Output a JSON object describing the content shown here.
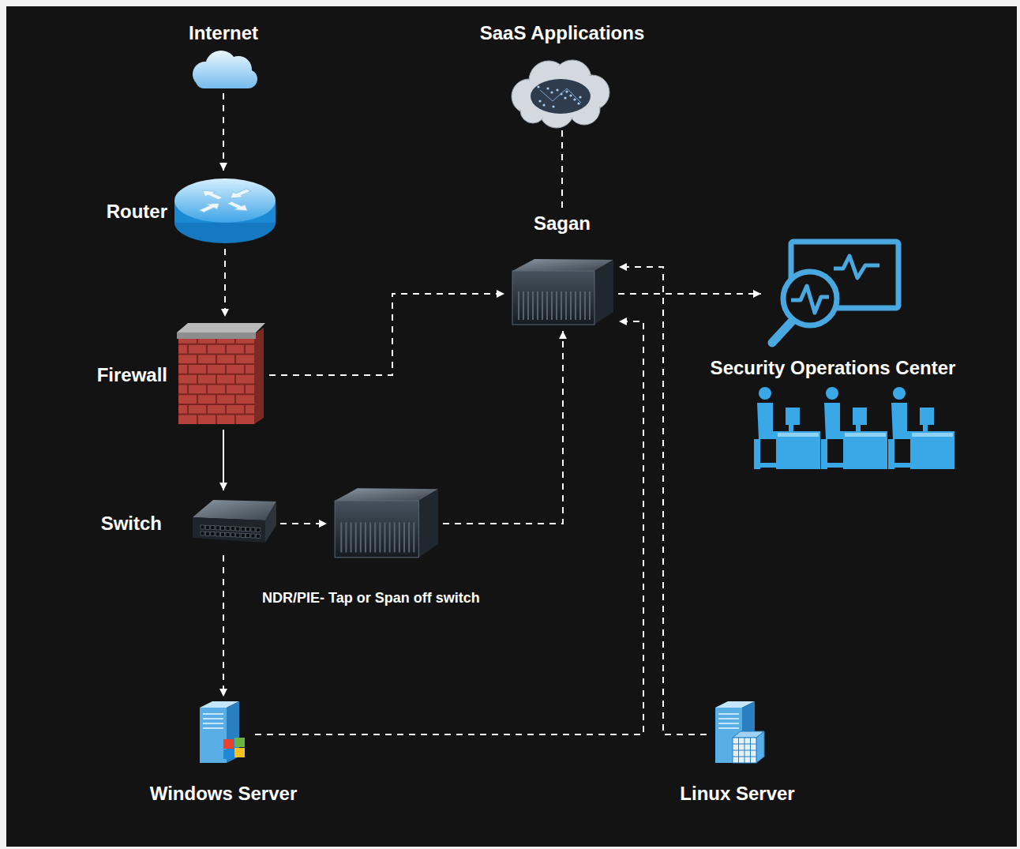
{
  "diagram": {
    "nodes": [
      {
        "text": [
          "Internet"
        ]
      },
      {
        "text": [
          "SaaS Applications"
        ]
      },
      {
        "text": [
          "Router"
        ]
      },
      {
        "text": [
          "Sagan"
        ]
      },
      {
        "text": [
          "Security Operations Center"
        ]
      },
      {
        "text": [
          "Firewall"
        ]
      },
      {
        "text": [
          "Switch"
        ]
      },
      {
        "text": [
          "NDR/PIE- Tap or Span off switch"
        ]
      },
      {
        "text": [
          "Windows Server"
        ]
      },
      {
        "text": [
          "Linux Server"
        ]
      }
    ],
    "edges": [
      {
        "from": 0,
        "to": 2,
        "arrow": "to"
      },
      {
        "from": 2,
        "to": 5,
        "arrow": "to"
      },
      {
        "from": 5,
        "to": 6,
        "arrow": "to"
      },
      {
        "from": 6,
        "to": 7,
        "arrow": "to"
      },
      {
        "from": 6,
        "to": 8,
        "arrow": "to"
      },
      {
        "from": 5,
        "to": 3,
        "arrow": "to"
      },
      {
        "from": 7,
        "to": 3,
        "arrow": "to"
      },
      {
        "from": 1,
        "to": 3,
        "arrow": "none"
      },
      {
        "from": 3,
        "to": 4,
        "arrow": "to"
      },
      {
        "from": 8,
        "to": 3,
        "arrow": "to"
      },
      {
        "from": 9,
        "to": 3,
        "arrow": "to"
      }
    ]
  }
}
